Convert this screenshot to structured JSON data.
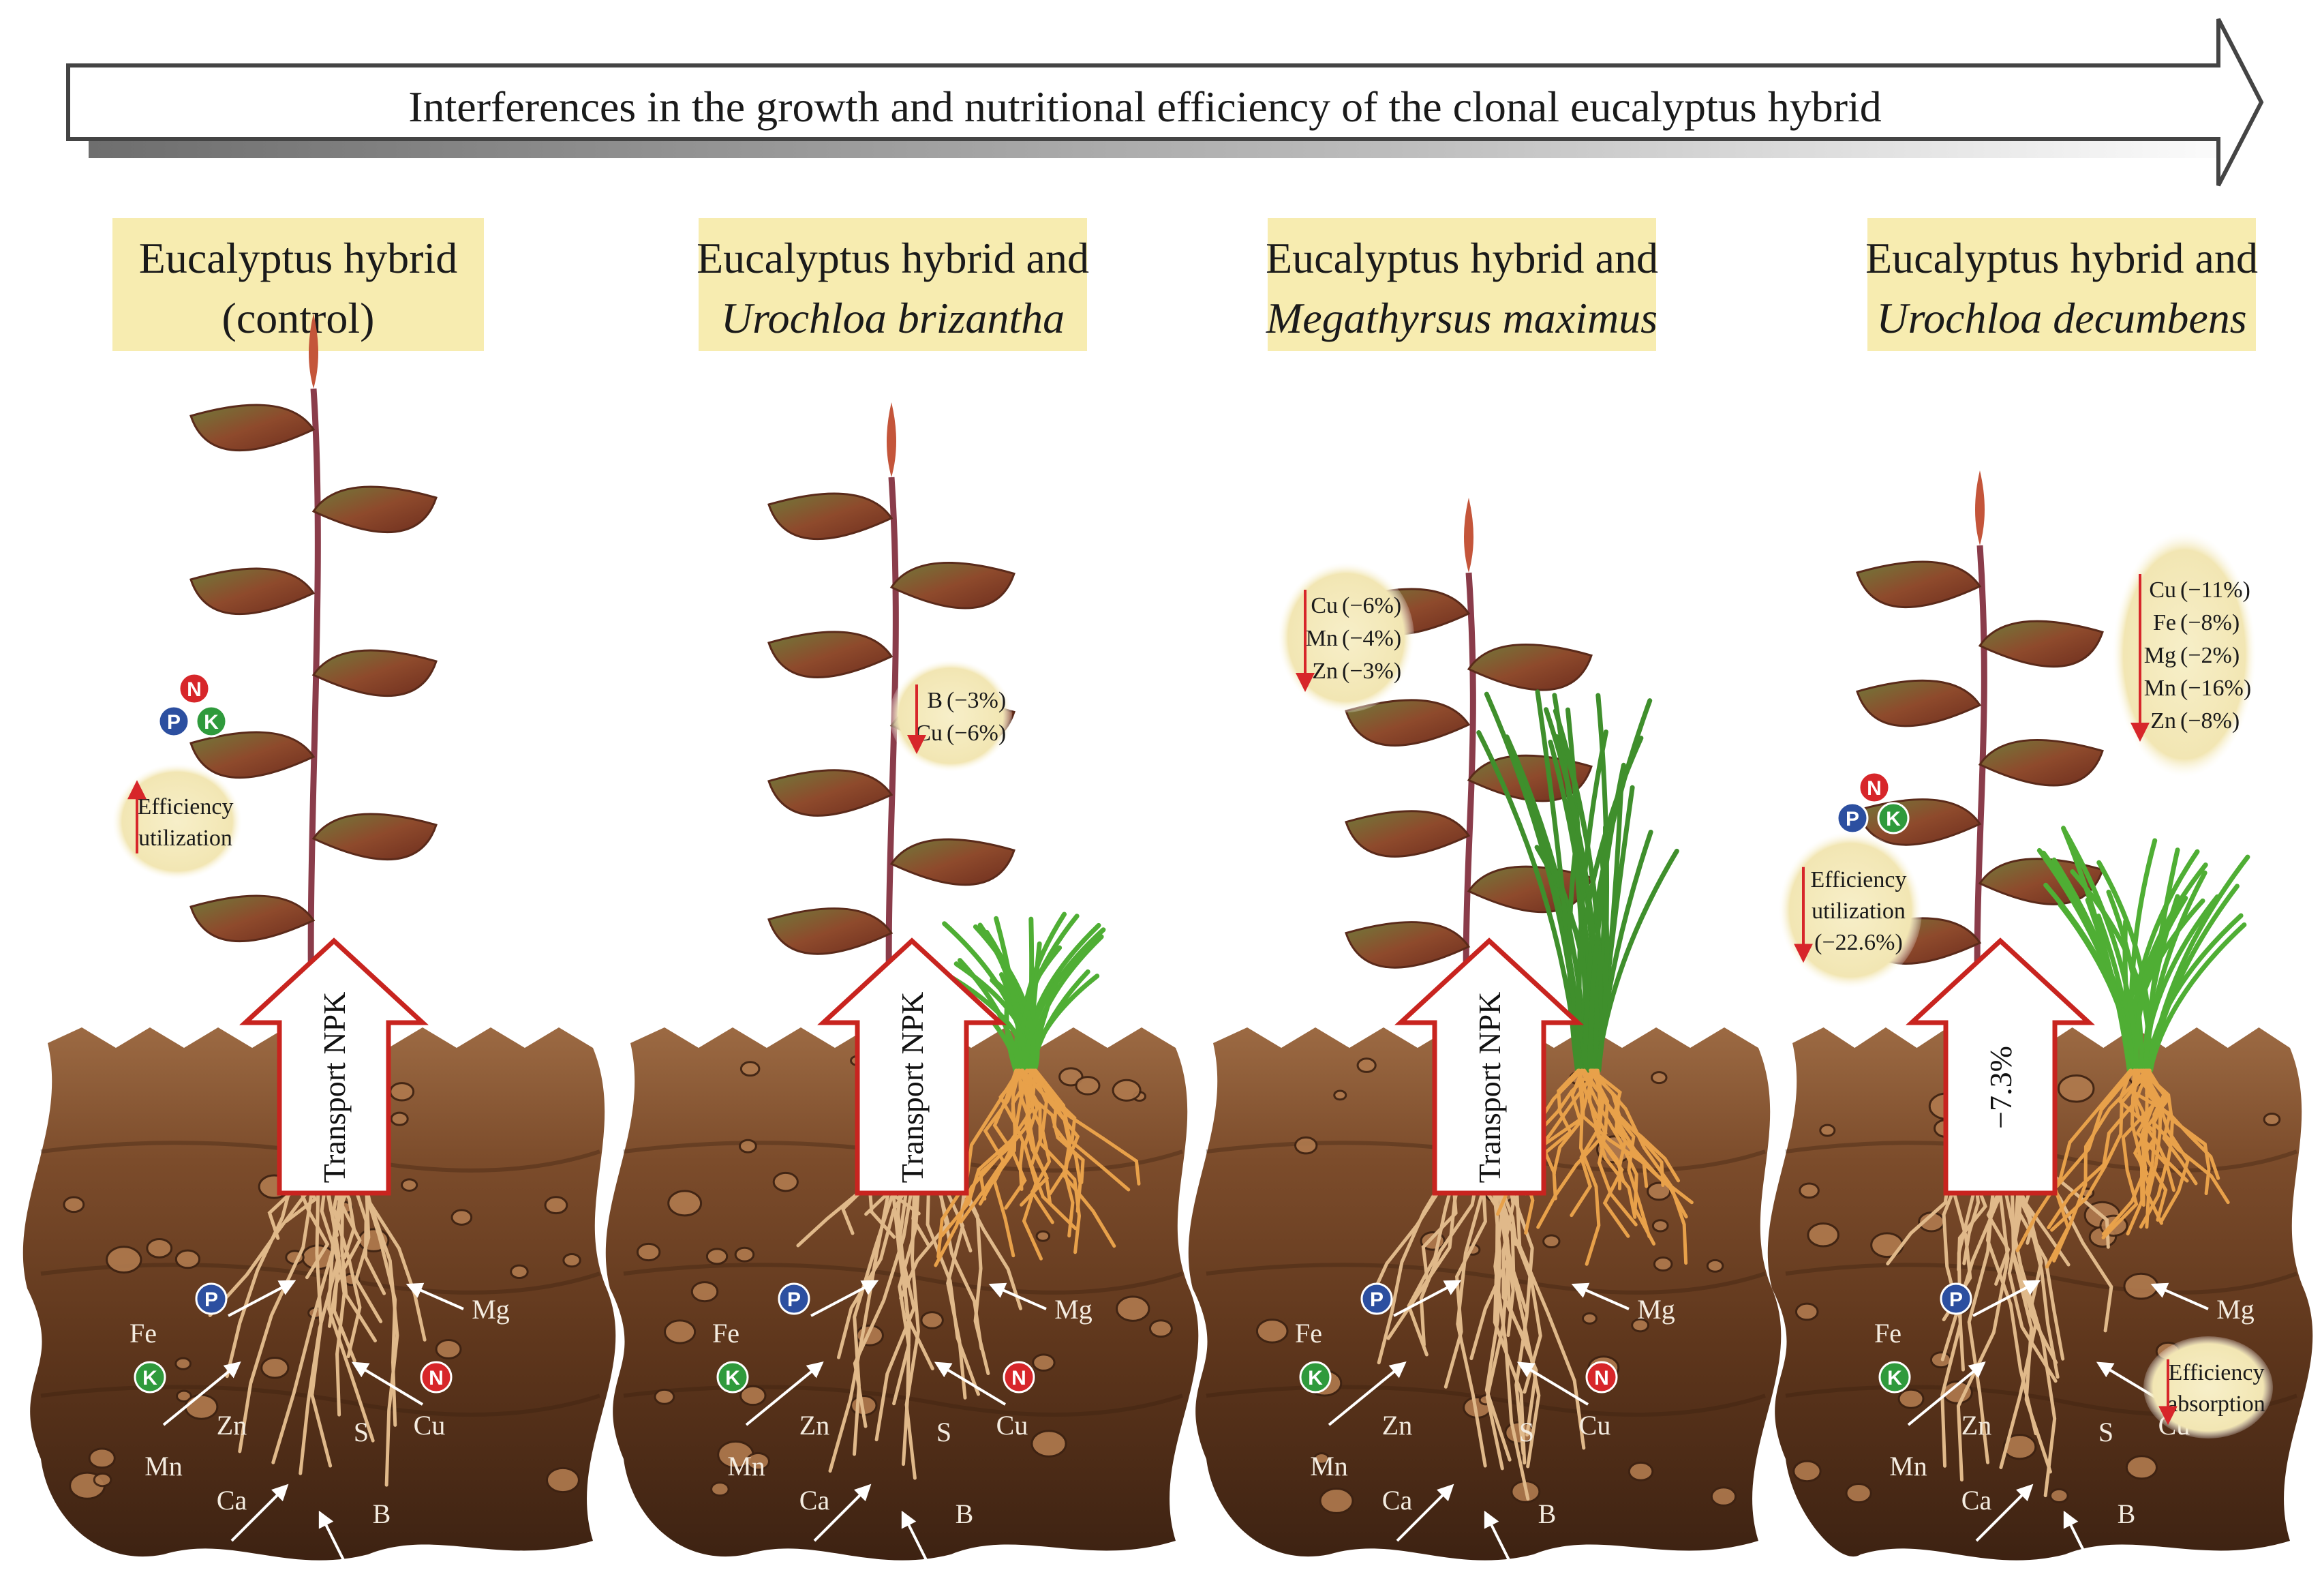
{
  "banner": {
    "title": "Interferences in the growth and nutritional efficiency of the clonal eucalyptus hybrid"
  },
  "panels": [
    {
      "title_line1": "Eucalyptus hybrid",
      "title_line2": "(control)",
      "arrow_label": "Transport NPK",
      "npk": [
        "N",
        "P",
        "K"
      ],
      "soil_nutrients": [
        "P",
        "Mg",
        "Fe",
        "K",
        "N",
        "Zn",
        "Cu",
        "S",
        "Mn",
        "Ca",
        "B"
      ],
      "efficiency_note": [
        "Efficiency",
        "utilization"
      ]
    },
    {
      "title_line1": "Eucalyptus hybrid and",
      "title_line2": "Urochloa brizantha",
      "arrow_label": "Transport NPK",
      "soil_nutrients": [
        "P",
        "Mg",
        "Fe",
        "K",
        "N",
        "Zn",
        "Cu",
        "S",
        "Mn",
        "Ca",
        "B"
      ],
      "reductions": [
        {
          "el": "B",
          "pct": "(−3%)"
        },
        {
          "el": "Cu",
          "pct": "(−6%)"
        }
      ]
    },
    {
      "title_line1": "Eucalyptus hybrid and",
      "title_line2": "Megathyrsus maximus",
      "arrow_label": "Transport NPK",
      "soil_nutrients": [
        "P",
        "Mg",
        "Fe",
        "K",
        "N",
        "Zn",
        "Cu",
        "S",
        "Mn",
        "Ca",
        "B"
      ],
      "reductions": [
        {
          "el": "Cu",
          "pct": "(−6%)"
        },
        {
          "el": "Mn",
          "pct": "(−4%)"
        },
        {
          "el": "Zn",
          "pct": "(−3%)"
        }
      ]
    },
    {
      "title_line1": "Eucalyptus hybrid and",
      "title_line2": "Urochloa decumbens",
      "arrow_label": "−7.3%",
      "npk": [
        "N",
        "P",
        "K"
      ],
      "soil_nutrients": [
        "P",
        "Mg",
        "Fe",
        "K",
        "N",
        "Zn",
        "Cu",
        "S",
        "Mn",
        "Ca",
        "B"
      ],
      "reductions": [
        {
          "el": "Cu",
          "pct": "(−11%)"
        },
        {
          "el": "Fe",
          "pct": "(−8%)"
        },
        {
          "el": "Mg",
          "pct": "(−2%)"
        },
        {
          "el": "Mn",
          "pct": "(−16%)"
        },
        {
          "el": "Zn",
          "pct": "(−8%)"
        }
      ],
      "utilization_note": [
        "Efficiency",
        "utilization",
        "(−22.6%)"
      ],
      "absorption_note": [
        "Efficiency",
        "absorption"
      ]
    }
  ],
  "colors": {
    "title_box": "#f7ecb0",
    "note_circle": "#f5ebbd",
    "soil_dark": "#4a2a16",
    "soil_mid": "#7a4a28",
    "soil_light": "#9a6a42",
    "nitrogen": "#d7262a",
    "phosphorus": "#2c4fa0",
    "potassium": "#2f9a3c",
    "decrease_arrow": "#d7262a",
    "leaf": "#8a4a2a",
    "grass": "#4fae34"
  }
}
